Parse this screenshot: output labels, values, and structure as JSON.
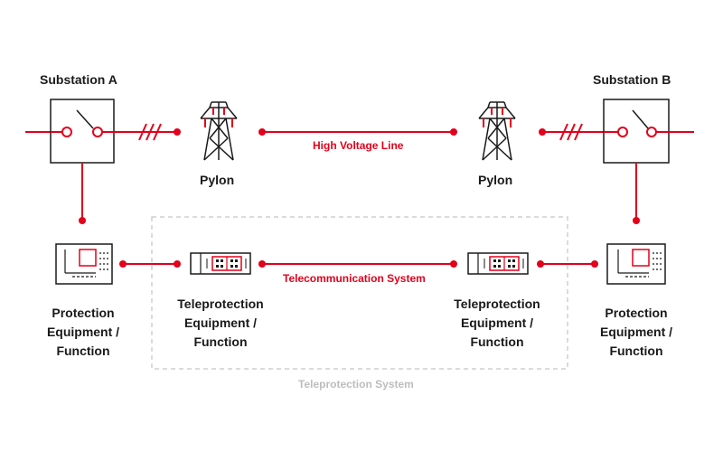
{
  "colors": {
    "accent": "#e3001b",
    "line": "#1a1a1a",
    "system_border": "#c8c8c8"
  },
  "substation_a": {
    "title": "Substation A"
  },
  "substation_b": {
    "title": "Substation B"
  },
  "pylon_left": {
    "label": "Pylon",
    "icon": "pylon-icon"
  },
  "pylon_right": {
    "label": "Pylon",
    "icon": "pylon-icon"
  },
  "high_voltage_line": {
    "label": "High Voltage Line"
  },
  "telecom_system": {
    "label": "Telecommunication System"
  },
  "teleprotection_system": {
    "label": "Teleprotection System"
  },
  "protection_left": {
    "lines": [
      "Protection",
      "Equipment /",
      "Function"
    ],
    "icon": "protection-equipment-icon"
  },
  "protection_right": {
    "lines": [
      "Protection",
      "Equipment /",
      "Function"
    ],
    "icon": "protection-equipment-icon"
  },
  "teleprotection_left": {
    "lines": [
      "Teleprotection",
      "Equipment /",
      "Function"
    ],
    "icon": "teleprotection-equipment-icon"
  },
  "teleprotection_right": {
    "lines": [
      "Teleprotection",
      "Equipment /",
      "Function"
    ],
    "icon": "teleprotection-equipment-icon"
  }
}
